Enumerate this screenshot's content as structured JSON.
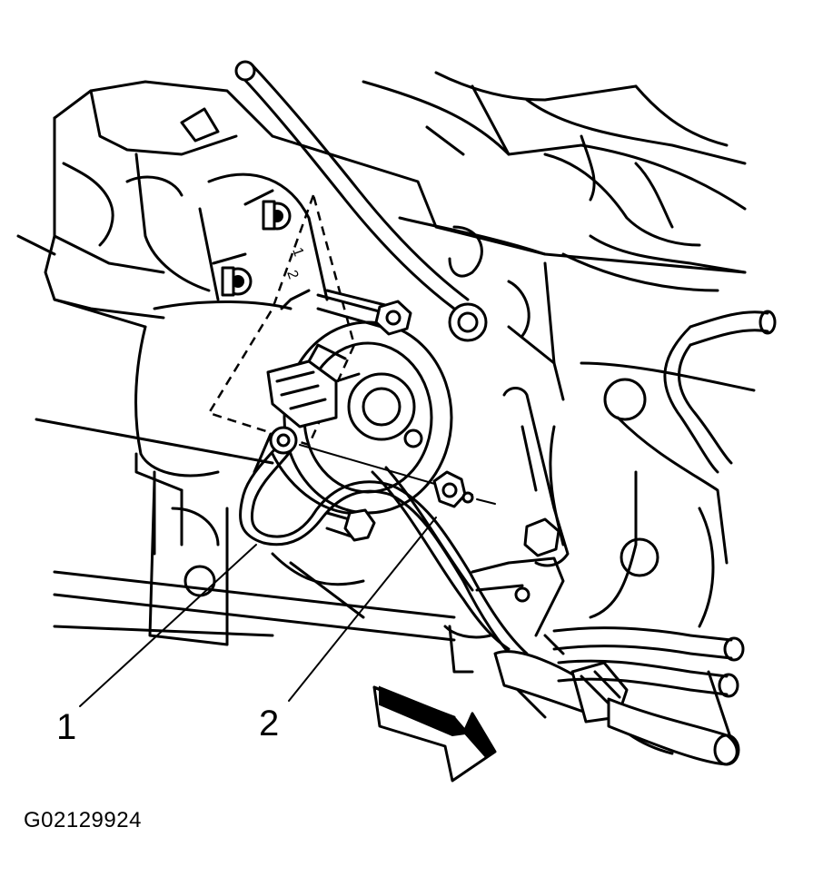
{
  "callouts": [
    {
      "id": 1,
      "label": "1"
    },
    {
      "id": 2,
      "label": "2"
    }
  ],
  "figure_id": "G02129924",
  "solenoid_terminal_labels": [
    "1",
    "2"
  ],
  "colors": {
    "line": "#000000",
    "background": "#ffffff"
  }
}
